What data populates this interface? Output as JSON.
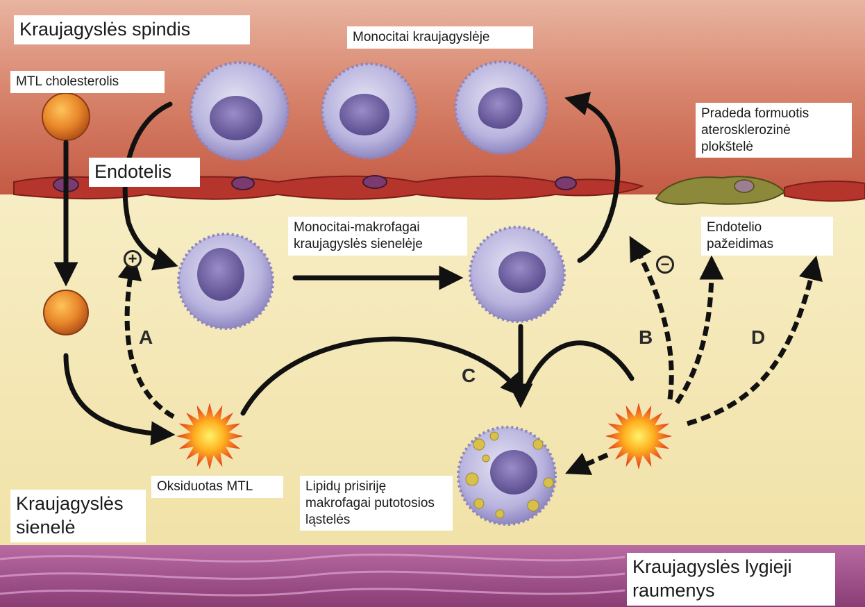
{
  "labels": {
    "lumen": "Kraujagyslės spindis",
    "monocytes_blood": "Monocitai kraujagyslėje",
    "ldl": "MTL cholesterolis",
    "endothelium": "Endotelis",
    "plaque": "Pradeda formuotis aterosklerozinė plokštelė",
    "macrophages_wall": "Monocitai-makrofagai kraujagyslės sienelėje",
    "endothelial_damage": "Endotelio pažeidimas",
    "oxidized_ldl": "Oksiduotas MTL",
    "vessel_wall": "Kraujagyslės sienelė",
    "foam_cells": "Lipidų prisiriję makrofagai putotosios ląstelės",
    "smooth_muscle": "Kraujagyslės lygieji raumenys"
  },
  "letters": {
    "a": "A",
    "b": "B",
    "c": "C",
    "d": "D"
  },
  "signs": {
    "plus": "+",
    "minus": "−"
  },
  "colors": {
    "lumen": "#d9826a",
    "wall": "#f6e9b6",
    "endothelium": "#b8332a",
    "muscle": "#a0508a",
    "cell": "#b7b3de",
    "nucleus": "#6a5c9c",
    "ldl": "#e4862a",
    "burst": "#e83a1f"
  }
}
